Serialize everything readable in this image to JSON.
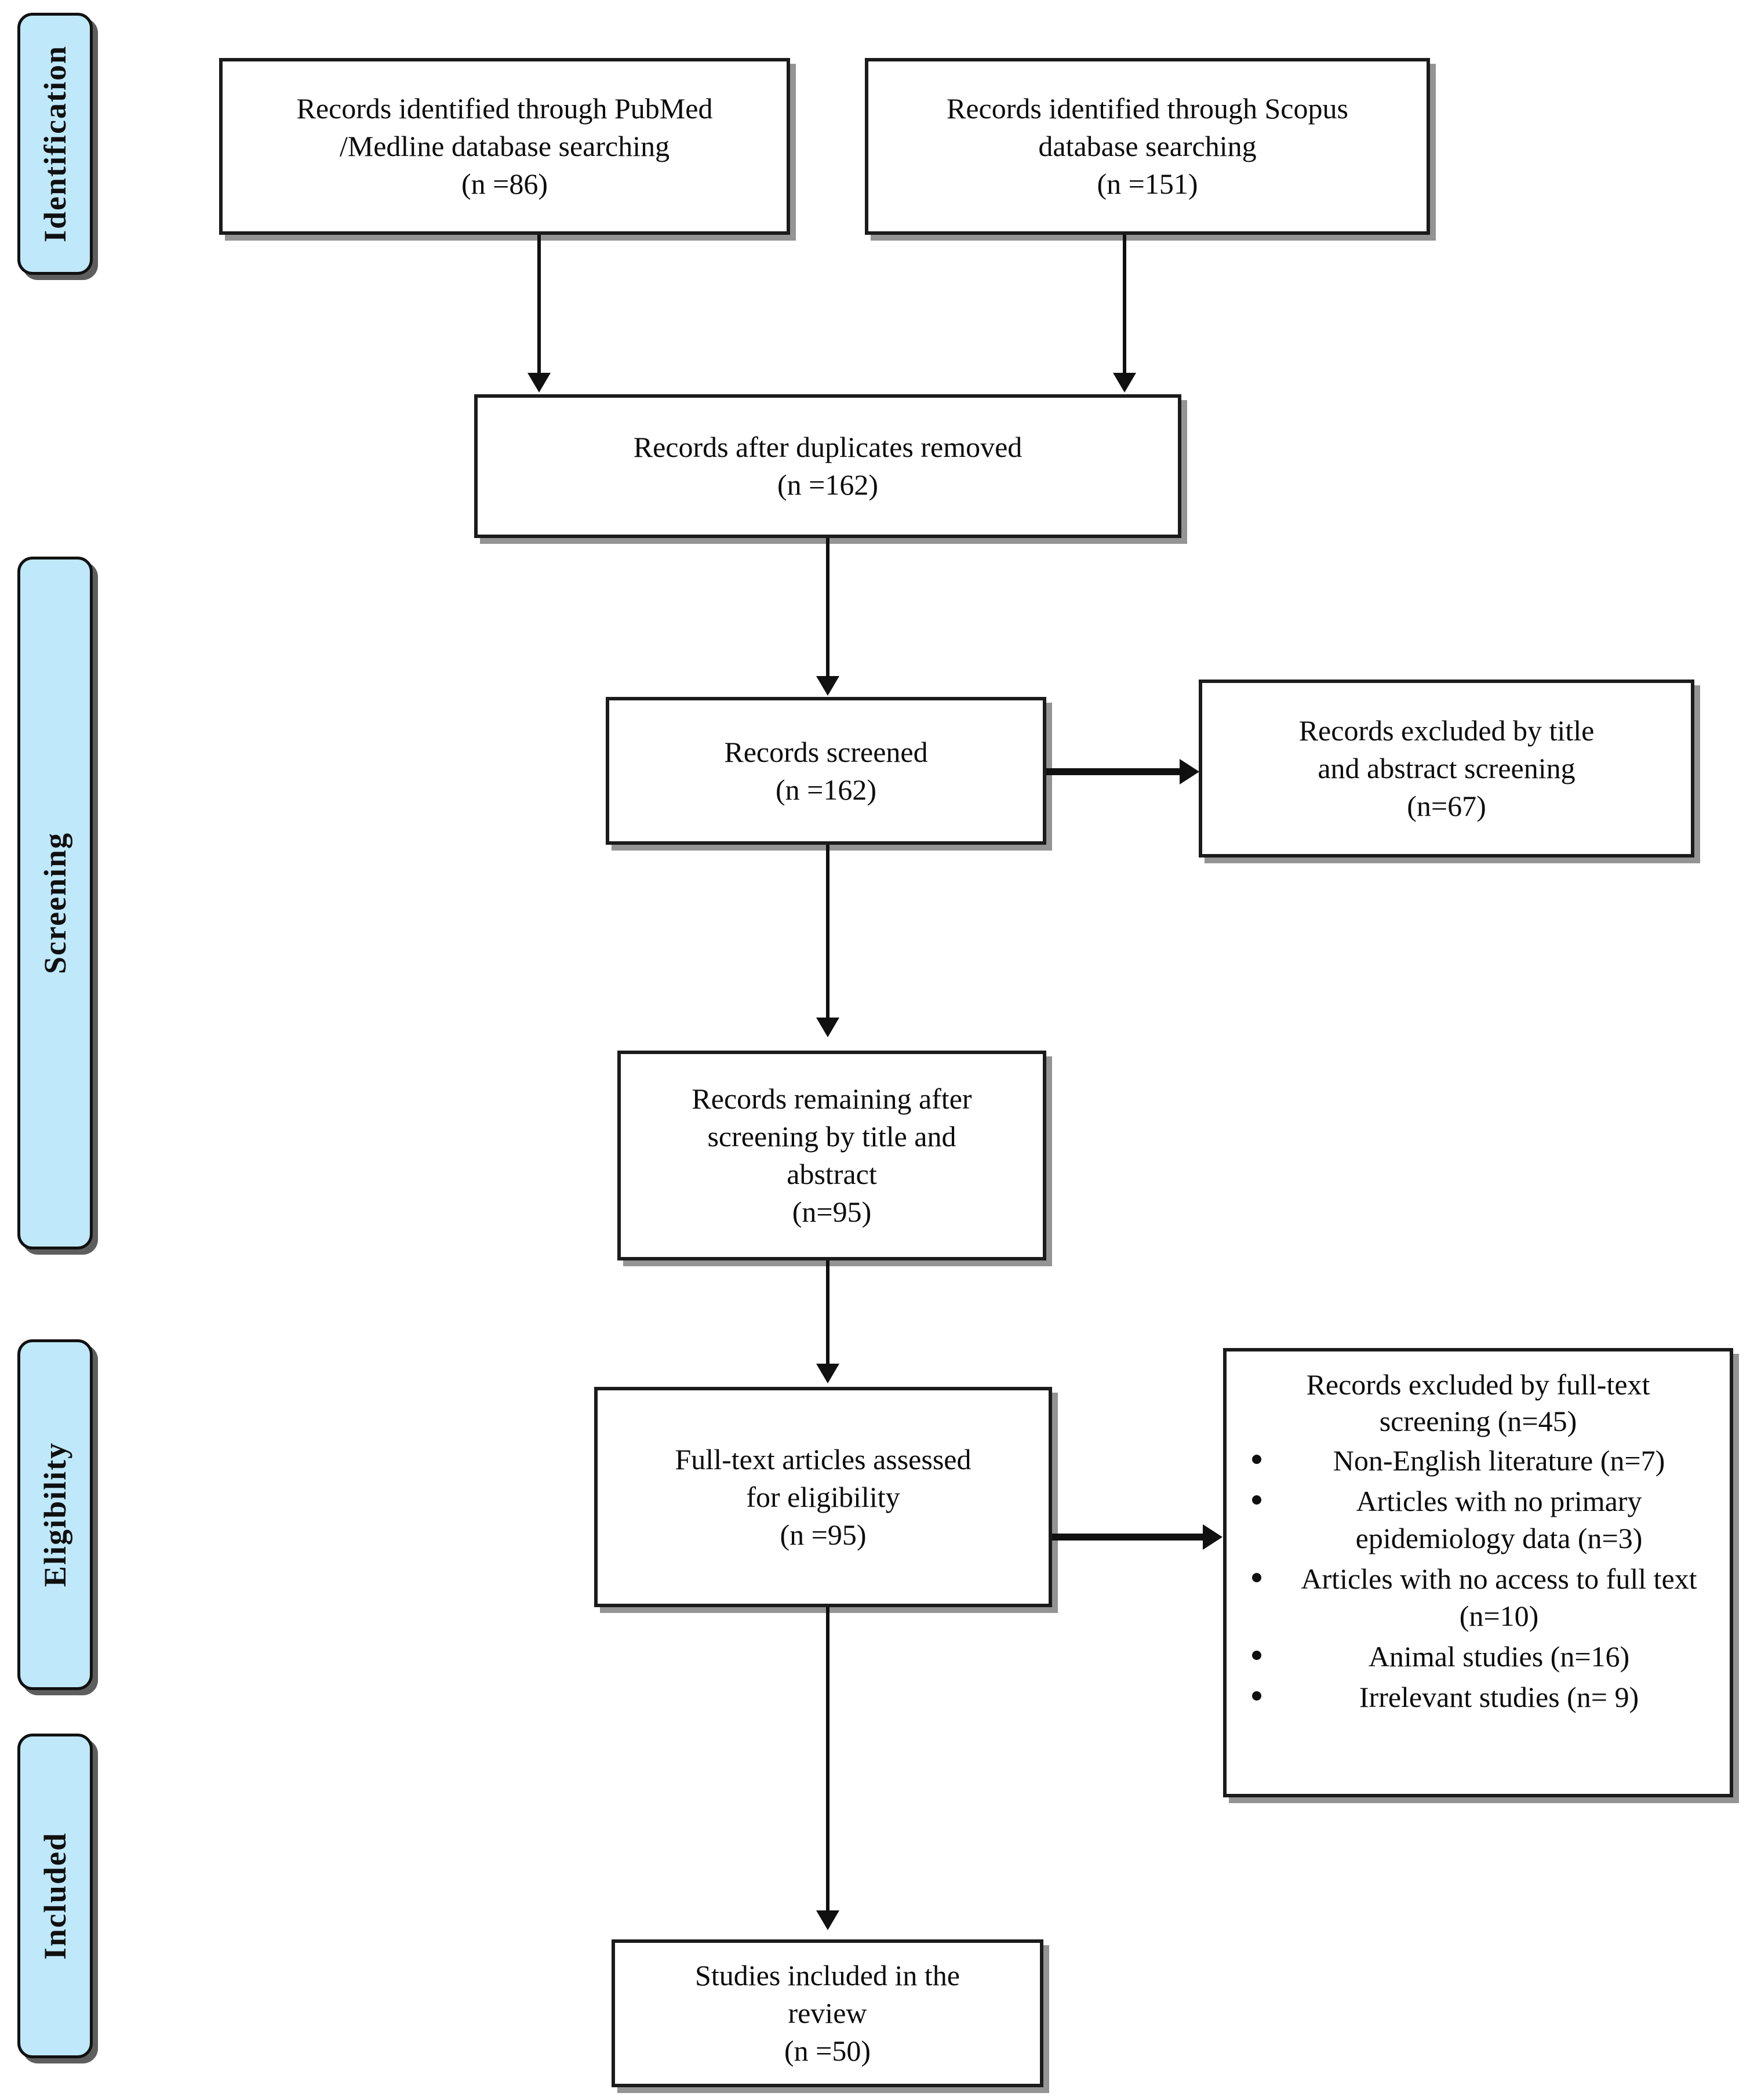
{
  "diagram": {
    "title": "PRISMA flow diagram",
    "accent_color": "#bfe8fa",
    "line_color": "#101010",
    "box_fill": "#ffffff"
  },
  "stages": [
    {
      "id": "identification",
      "label": "Identification"
    },
    {
      "id": "screening",
      "label": "Screening"
    },
    {
      "id": "eligibility",
      "label": "Eligibility"
    },
    {
      "id": "included",
      "label": "Included"
    }
  ],
  "boxes": {
    "pubmed": {
      "line1": "Records identified through PubMed",
      "line2": "/Medline database searching",
      "count": "(n =86)"
    },
    "scopus": {
      "line1": "Records identified through Scopus",
      "line2": "database searching",
      "count": "(n =151)"
    },
    "duplicates_removed": {
      "line1": "Records after duplicates removed",
      "count": "(n =162)"
    },
    "records_screened": {
      "line1": "Records screened",
      "count": "(n =162)"
    },
    "records_excluded_title": {
      "line1": "Records excluded by title",
      "line2": "and abstract screening",
      "count": "(n=67)"
    },
    "records_remaining": {
      "line1": "Records remaining after",
      "line2": "screening by title and",
      "line3": "abstract",
      "count": "(n=95)"
    },
    "fulltext_assessed": {
      "line1": "Full-text articles assessed",
      "line2": "for eligibility",
      "count": "(n =95)"
    },
    "fulltext_excluded": {
      "head_line1": "Records excluded by full-text",
      "head_line2": "screening (n=45)",
      "reasons": [
        "Non-English literature (n=7)",
        "Articles with no primary epidemiology data (n=3)",
        "Articles with no access to full text (n=10)",
        "Animal studies (n=16)",
        "Irrelevant studies (n= 9)"
      ]
    },
    "studies_included": {
      "line1": "Studies included in the",
      "line2": "review",
      "count": "(n =50)"
    }
  }
}
